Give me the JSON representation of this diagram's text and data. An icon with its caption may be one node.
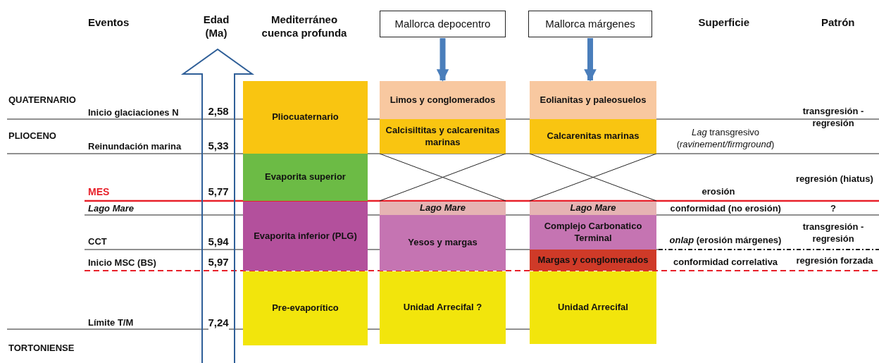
{
  "diagram": {
    "nodes": [
      {
        "text": [
          "Mallorca depocentro"
        ]
      },
      {
        "text": [
          "Mallorca márgenes"
        ]
      },
      {
        "text": [
          "Pliocuaternario"
        ]
      },
      {
        "text": [
          "Limos y conglomerados"
        ]
      },
      {
        "text": [
          "Eolianitas y paleosuelos"
        ]
      },
      {
        "text": [
          "Calcisiltitas y calcarenitas marinas"
        ]
      },
      {
        "text": [
          "Calcarenitas marinas"
        ]
      },
      {
        "text": [
          "Evaporita superior"
        ]
      },
      {
        "text": [
          "Lago Mare"
        ]
      },
      {
        "text": [
          "Lago Mare"
        ]
      },
      {
        "text": [
          "Evaporita inferior (PLG)"
        ]
      },
      {
        "text": [
          "Yesos y margas"
        ]
      },
      {
        "text": [
          "Complejo Carbonatico Terminal"
        ]
      },
      {
        "text": [
          "Margas y conglomerados"
        ]
      },
      {
        "text": [
          "Pre-evaporítico"
        ]
      },
      {
        "text": [
          "Unidad Arrecifal ?"
        ]
      },
      {
        "text": [
          "Unidad Arrecifal"
        ]
      }
    ],
    "edges": [
      {
        "from": 0,
        "to": 3,
        "arrow": "to",
        "color": "#4a7ebb"
      },
      {
        "from": 1,
        "to": 4,
        "arrow": "to",
        "color": "#4a7ebb"
      }
    ],
    "labels": [
      "Eventos",
      "Edad (Ma)",
      "Mediterráneo cuenca profunda",
      "Superficie",
      "Patrón",
      "QUATERNARIO",
      "Inicio glaciaciones N",
      "2,58",
      "transgresión - regresión",
      "PLIOCENO",
      "Reinundación marina",
      "5,33",
      "*Lag* transgresivo (*ravinement/firmground*)",
      "regresión (hiatus)",
      "MES",
      "5,77",
      "erosión",
      "Lago Mare",
      "conformidad (no erosión)",
      "?",
      "CCT",
      "5,94",
      "*onlap* (erosión márgenes)",
      "transgresión - regresión",
      "Inicio MSC (BS)",
      "5,97",
      "conformidad correlativa",
      "regresión forzada",
      "Límite T/M",
      "7,24",
      "TORTONIENSE"
    ]
  }
}
